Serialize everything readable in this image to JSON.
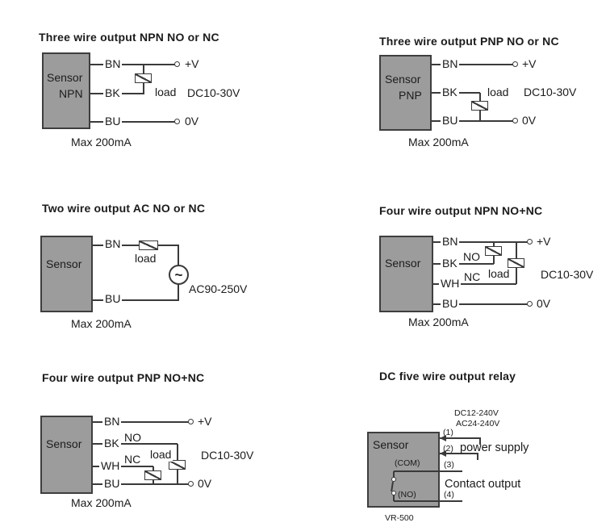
{
  "panels": {
    "npn3": {
      "title": "Three wire output NPN NO or NC",
      "sensor1": "Sensor",
      "sensor2": "NPN",
      "bn": "BN",
      "bk": "BK",
      "bu": "BU",
      "load": "load",
      "voltage": "DC10-30V",
      "vplus": "+V",
      "vzero": "0V",
      "max": "Max 200mA"
    },
    "pnp3": {
      "title": "Three wire output PNP NO or NC",
      "sensor1": "Sensor",
      "sensor2": "PNP",
      "bn": "BN",
      "bk": "BK",
      "bu": "BU",
      "load": "load",
      "voltage": "DC10-30V",
      "vplus": "+V",
      "vzero": "0V",
      "max": "Max 200mA"
    },
    "ac2": {
      "title": "Two wire output AC NO or NC",
      "sensor1": "Sensor",
      "bn": "BN",
      "bu": "BU",
      "load": "load",
      "ac_icon": "~",
      "voltage": "AC90-250V",
      "max": "Max 200mA"
    },
    "npn4": {
      "title": "Four wire output NPN NO+NC",
      "sensor1": "Sensor",
      "bn": "BN",
      "bk": "BK",
      "wh": "WH",
      "bu": "BU",
      "no": "NO",
      "nc": "NC",
      "load": "load",
      "voltage": "DC10-30V",
      "vplus": "+V",
      "vzero": "0V",
      "max": "Max 200mA"
    },
    "pnp4": {
      "title": "Four wire output PNP NO+NC",
      "sensor1": "Sensor",
      "bn": "BN",
      "bk": "BK",
      "wh": "WH",
      "bu": "BU",
      "no": "NO",
      "nc": "NC",
      "load": "load",
      "voltage": "DC10-30V",
      "vplus": "+V",
      "vzero": "0V",
      "max": "Max 200mA"
    },
    "relay": {
      "title": "DC five wire output relay",
      "sensor1": "Sensor",
      "volt_dc": "DC12-240V",
      "volt_ac": "AC24-240V",
      "pin1": "(1)",
      "pin2": "(2)",
      "pin3": "(3)",
      "pin4": "(4)",
      "com": "(COM)",
      "no": "(NO)",
      "power": "power supply",
      "contact": "Contact output",
      "model": "VR-500"
    }
  },
  "colors": {
    "box_fill": "#9c9c9c",
    "box_border": "#3e3e3e",
    "wire": "#3a3a3a",
    "text": "#1b1b1b",
    "background": "#ffffff"
  }
}
